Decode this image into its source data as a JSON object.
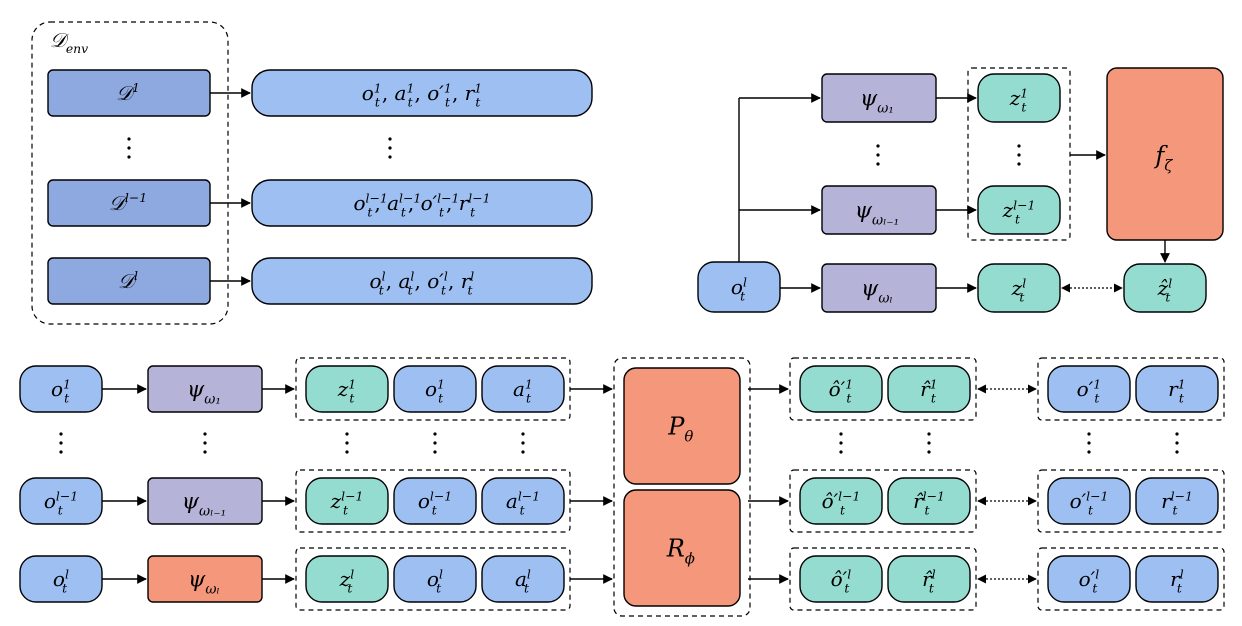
{
  "colors": {
    "dataset": "#8ea8e0",
    "tuple": "#9dbff2",
    "obs": "#9dbff2",
    "encoder": "#b5b3d8",
    "latent": "#94dccf",
    "model": "#f4977b",
    "stroke": "#000000"
  },
  "top_left": {
    "env_label": {
      "base": "𝒟",
      "sub": "env"
    },
    "datasets": [
      {
        "base": "𝒟",
        "sup": "1"
      },
      {
        "base": "𝒟",
        "sup": "l−1"
      },
      {
        "base": "𝒟",
        "sup": "l"
      }
    ],
    "tuples": [
      "1",
      "l−1",
      "l"
    ]
  },
  "top_right": {
    "encoders": [
      "ω₁",
      "ω_{l−1}",
      "ω_l"
    ],
    "latents": [
      "1",
      "l−1",
      "l"
    ],
    "fzeta": {
      "base": "f",
      "sub": "ζ"
    },
    "obs": "l"
  },
  "bottom": {
    "rows": [
      "1",
      "l−1",
      "l"
    ],
    "encoders": [
      "1",
      "l−1",
      "l"
    ],
    "p_theta": {
      "base": "P",
      "sub": "θ"
    },
    "r_phi": {
      "base": "R",
      "sub": "ϕ"
    }
  }
}
